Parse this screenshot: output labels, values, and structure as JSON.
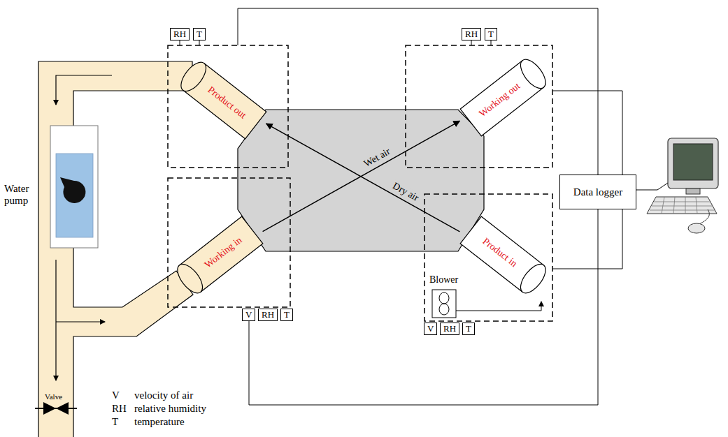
{
  "diagram": {
    "nodes": [
      {
        "text": [
          "RH"
        ]
      },
      {
        "text": [
          "T"
        ]
      },
      {
        "text": [
          "Product out"
        ]
      },
      {
        "text": [
          "RH"
        ]
      },
      {
        "text": [
          "T"
        ]
      },
      {
        "text": [
          "Working out"
        ]
      },
      {
        "text": [
          "Data logger"
        ]
      },
      {
        "text": [
          "Working in"
        ]
      },
      {
        "text": [
          "Product in"
        ]
      },
      {
        "text": [
          "V"
        ]
      },
      {
        "text": [
          "RH"
        ]
      },
      {
        "text": [
          "T"
        ]
      },
      {
        "text": [
          "V"
        ]
      },
      {
        "text": [
          "RH"
        ]
      },
      {
        "text": [
          "T"
        ]
      }
    ],
    "edges": [
      {
        "from": 7,
        "to": 5,
        "arrow": "to",
        "label": "Wet air"
      },
      {
        "from": 8,
        "to": 2,
        "arrow": "to",
        "label": "Dry air"
      }
    ],
    "labels": [
      "Water pump",
      "Blower",
      "Valve",
      "V",
      "velocity of air",
      "RH",
      "relative humidity",
      "T",
      "temperature"
    ]
  }
}
